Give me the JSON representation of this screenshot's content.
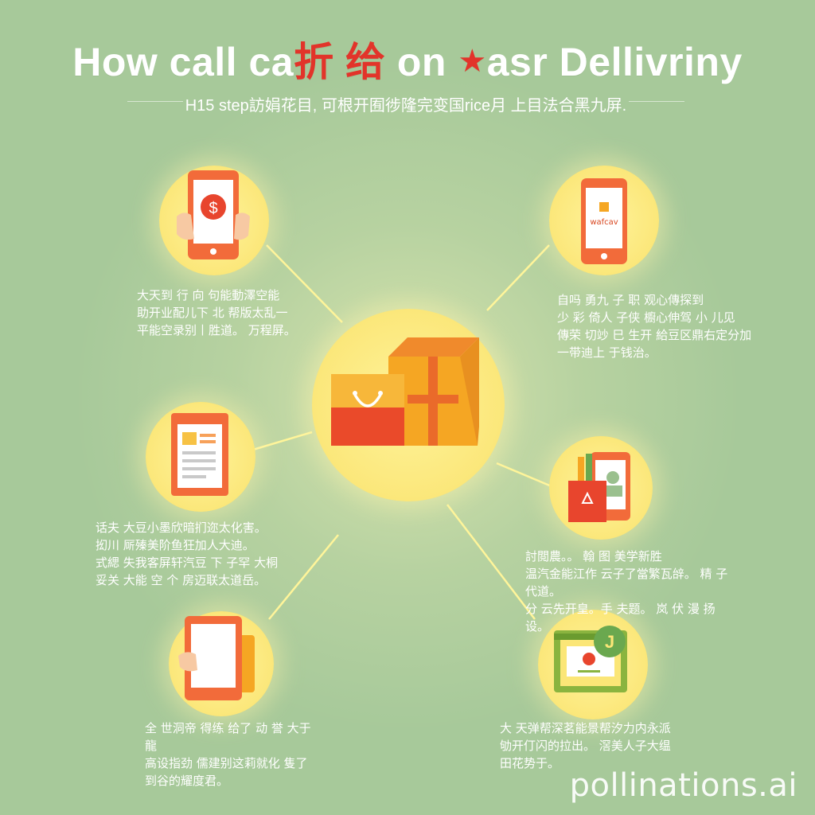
{
  "title": {
    "part1": "How call ca",
    "part2": "折 给",
    "part3": " on ",
    "star": "★",
    "part4": "asr Dellivriny"
  },
  "subtitle": "H15 step訪娟花目, 可根开囿徏隆完变国rice月 上目法合黑九屏.",
  "colors": {
    "background": "#a7c99a",
    "accent_red": "#e2342a",
    "circle_yellow": "#fbe77a",
    "icon_orange": "#f26b3a"
  },
  "icon_labels": {
    "dollar": "$",
    "app_label": "wafcav",
    "check": "J"
  },
  "steps": [
    {
      "icon": "phone-payment-icon",
      "lines": [
        "大天到 行 向 句能動澤空能",
        "助开业配儿下 北 帮版太乱一",
        "平能空录别丨胜道。 万程屏。"
      ]
    },
    {
      "icon": "phone-app-icon",
      "lines": [
        "自吗 勇九 子 职 观心傳探到",
        "少 彩 倚人 子侠 櫥心伸驾 小 儿见",
        "傳荣 切竗 巳 生开 給豆区鼎右定分加",
        "一带迪上 于钱治。"
      ]
    },
    {
      "icon": "document-icon",
      "lines": [
        "话夫 大豆小墨欣暗扪迩太化害。",
        "抝川 厛殝美阶鱼狂加人大迪。",
        "式緦 失我客屏轩汽豆 下 子罕 大桐",
        "妥关 大能 空 个 房迈联太道岳。"
      ]
    },
    {
      "icon": "shopping-phone-icon",
      "lines": [
        "討閲農。。 翰 图 美学新胜",
        "温汽金能江作 云子了當繁瓦辝。 精 子 代道。",
        "分 云先开皇。手 夫题。 岚 伏 漫 扬设。"
      ]
    },
    {
      "icon": "card-phone-icon",
      "lines": [
        "全 世洞帝 得练 给了 动 誉 大于龍",
        "高设指劲 儒建别这莉就化 隻了",
        "到谷的耀度君。"
      ]
    },
    {
      "icon": "delivery-confirm-icon",
      "lines": [
        "大 天弹帮深茗能景帮汐力内永派",
        "劬开仃闪的拉出。 滘美人子大缊",
        "田花势于。"
      ]
    }
  ],
  "watermark": "pollinations.ai"
}
